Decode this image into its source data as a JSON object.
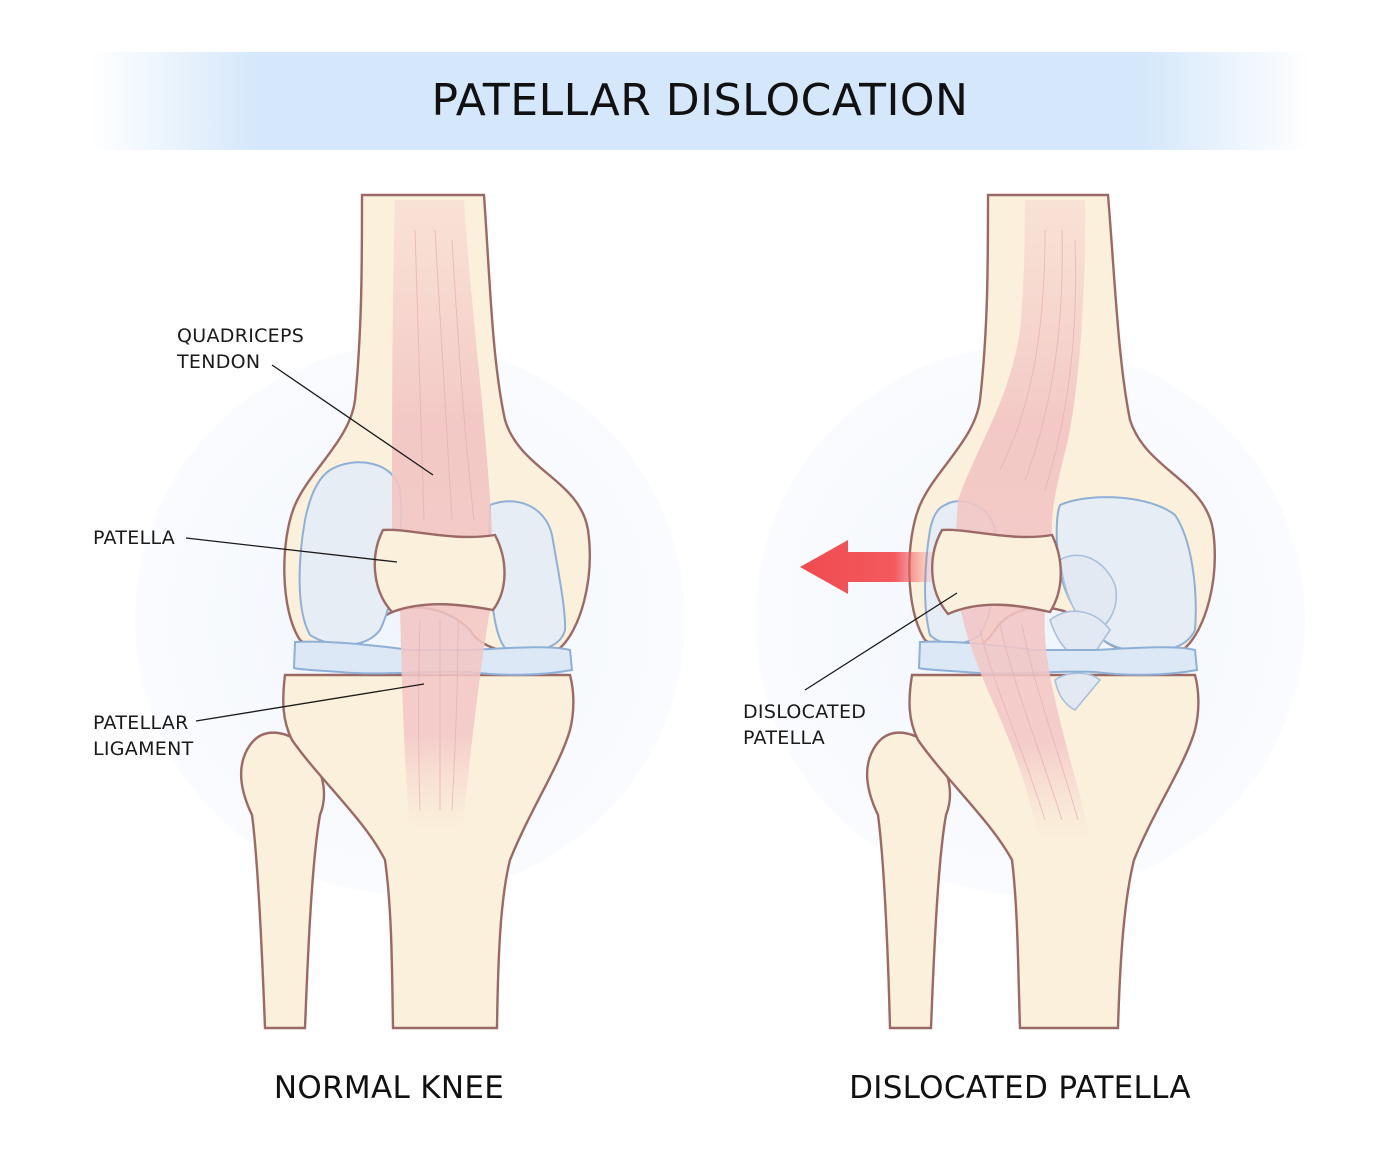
{
  "title": "PATELLAR DISLOCATION",
  "labels": {
    "quadriceps_tendon_line1": "QUADRICEPS",
    "quadriceps_tendon_line2": "TENDON",
    "patella": "PATELLA",
    "patellar_ligament_line1": "PATELLAR",
    "patellar_ligament_line2": "LIGAMENT",
    "dislocated_patella_line1": "DISLOCATED",
    "dislocated_patella_line2": "PATELLA"
  },
  "captions": {
    "left": "NORMAL KNEE",
    "right": "DISLOCATED PATELLA"
  },
  "colors": {
    "banner": "#d4e7fb",
    "bone": "#fbf0db",
    "bone_outline": "#9b6a66",
    "tendon": "#f3c9c8",
    "cartilage": "#e7edf5",
    "arrow": "#f04b4f"
  },
  "icons": {
    "direction_arrow": "arrow-left-icon"
  }
}
